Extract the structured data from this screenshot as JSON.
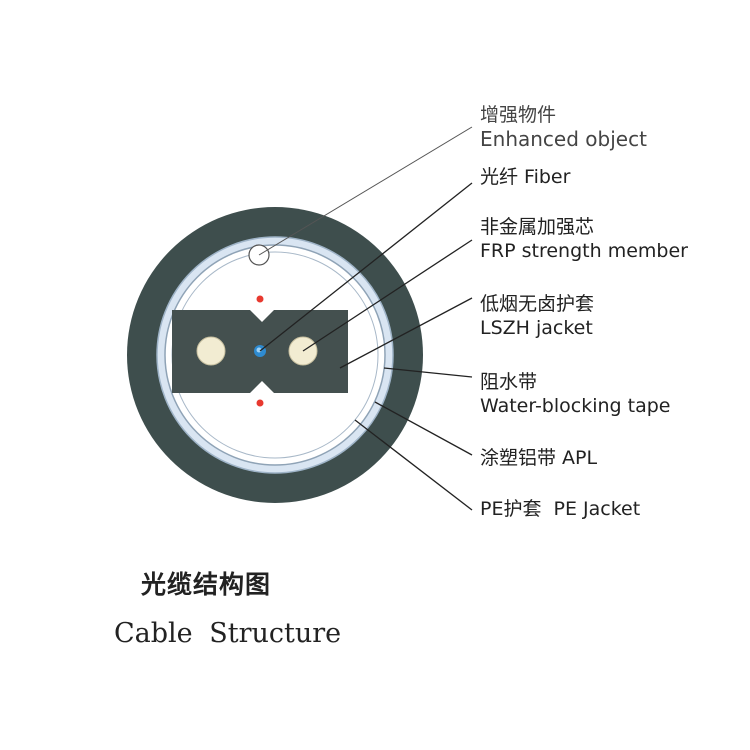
{
  "labels": {
    "enhanced_object": {
      "cn": "增强物件",
      "en": "Enhanced object"
    },
    "fiber": {
      "text": "光纤 Fiber"
    },
    "frp": {
      "cn": "非金属加强芯",
      "en": "FRP strength member"
    },
    "lszh": {
      "cn": "低烟无卤护套",
      "en": "LSZH jacket"
    },
    "water_blocking": {
      "cn": "阻水带",
      "en": "Water-blocking tape"
    },
    "apl": {
      "text": "涂塑铝带 APL"
    },
    "pe_jacket": {
      "text": "PE护套  PE Jacket"
    }
  },
  "caption": {
    "cn": "光缆结构图",
    "en": "Cable Structure"
  },
  "colors": {
    "pe_jacket": "#3e4e4d",
    "tape": "#d9e5f2",
    "line": "#333333",
    "drop_cable": "#44504f",
    "fiber": "#2e8bd1",
    "frp": "#f2ecd2",
    "marker": "#e8392f"
  }
}
